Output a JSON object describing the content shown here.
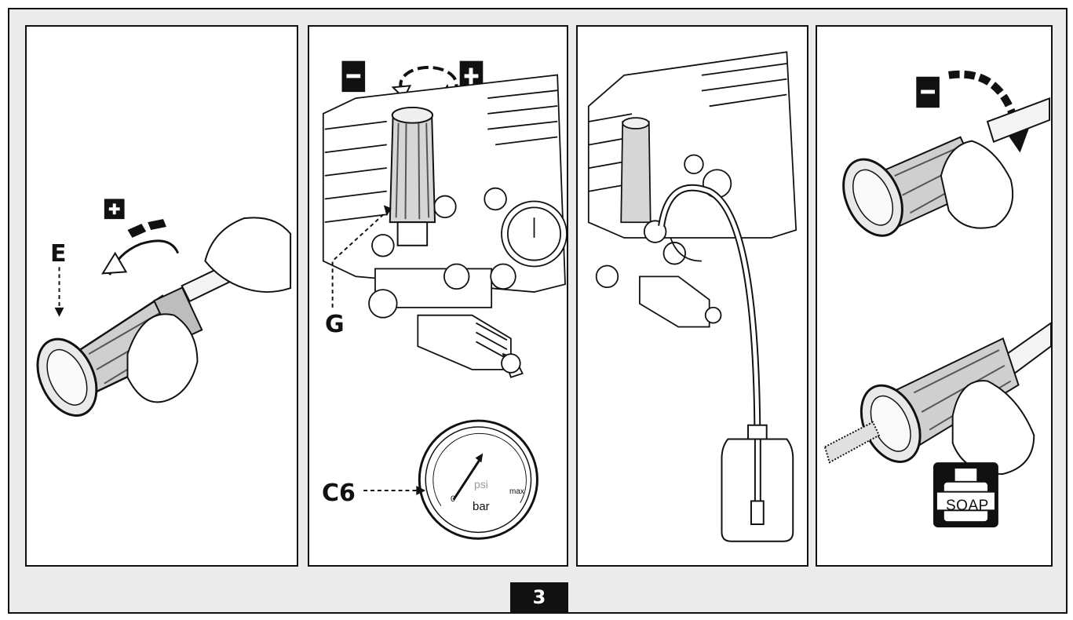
{
  "panels": [
    {
      "callouts": {
        "nozzle": "E"
      }
    },
    {
      "callouts": {
        "regulator": "G",
        "gauge": "C6"
      },
      "gauge": {
        "unit_bar": "bar",
        "unit_psi": "psi",
        "min": "0",
        "max": "max"
      }
    },
    {},
    {
      "soap_label": "SOAP"
    }
  ],
  "page_number": "3",
  "colors": {
    "line": "#111111",
    "panel_bg": "#ffffff",
    "frame_bg": "#ebebeb",
    "badge": "#111111"
  },
  "icons": [
    "plus-icon",
    "minus-icon",
    "curved-arrow-icon",
    "soap-bottle-icon"
  ]
}
